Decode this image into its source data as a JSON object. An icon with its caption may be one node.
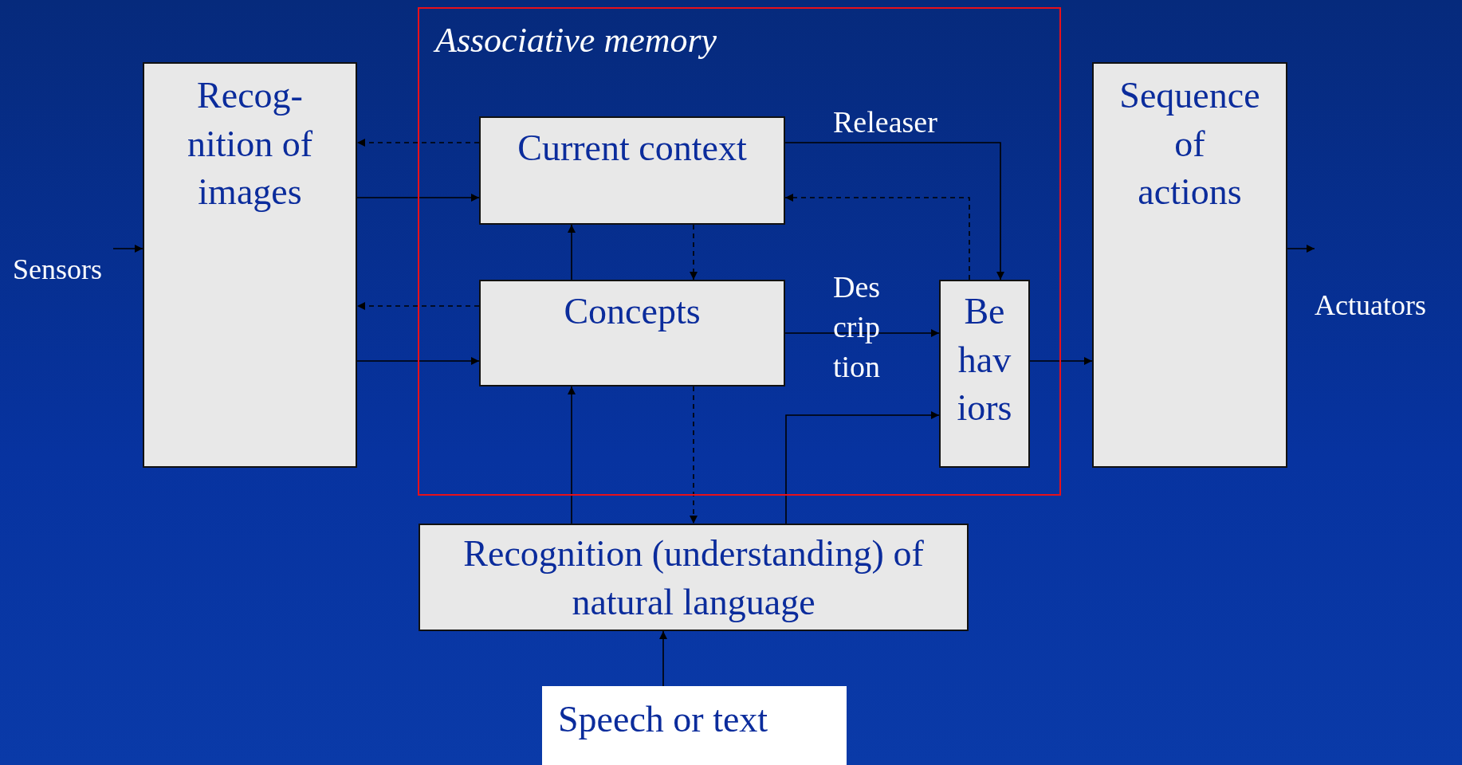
{
  "diagram": {
    "nodes": [
      {
        "text": [
          "Associative memory"
        ]
      },
      {
        "text": [
          "Recog- nition of images"
        ]
      },
      {
        "text": [
          "Current context"
        ],
        "in": 0
      },
      {
        "text": [
          "Concepts"
        ],
        "in": 0
      },
      {
        "text": [
          "Be hav iors"
        ],
        "in": 0
      },
      {
        "text": [
          "Sequence of actions"
        ]
      },
      {
        "text": [
          "Recognition (understanding) of natural language"
        ]
      },
      {
        "text": [
          "Speech or text"
        ]
      },
      {
        "text": [
          "Sensors"
        ]
      },
      {
        "text": [
          "Actuators"
        ]
      }
    ],
    "edges": [
      {
        "from": 8,
        "to": 1,
        "arrow": "to"
      },
      {
        "from": 2,
        "to": 1,
        "arrow": "to",
        "style": "dashed"
      },
      {
        "from": 1,
        "to": 2,
        "arrow": "to"
      },
      {
        "from": 3,
        "to": 1,
        "arrow": "to",
        "style": "dashed"
      },
      {
        "from": 1,
        "to": 3,
        "arrow": "to"
      },
      {
        "from": 3,
        "to": 2,
        "arrow": "to"
      },
      {
        "from": 2,
        "to": 3,
        "arrow": "to",
        "style": "dashed"
      },
      {
        "from": 2,
        "to": 4,
        "arrow": "to",
        "label": "Releaser"
      },
      {
        "from": 4,
        "to": 2,
        "arrow": "to",
        "style": "dashed"
      },
      {
        "from": 3,
        "to": 4,
        "arrow": "to",
        "label": "Des crip tion"
      },
      {
        "from": 6,
        "to": 3,
        "arrow": "to"
      },
      {
        "from": 3,
        "to": 6,
        "arrow": "to",
        "style": "dashed"
      },
      {
        "from": 6,
        "to": 4,
        "arrow": "to"
      },
      {
        "from": 4,
        "to": 5,
        "arrow": "to"
      },
      {
        "from": 5,
        "to": 9,
        "arrow": "to"
      },
      {
        "from": 7,
        "to": 6,
        "arrow": "to"
      }
    ]
  }
}
